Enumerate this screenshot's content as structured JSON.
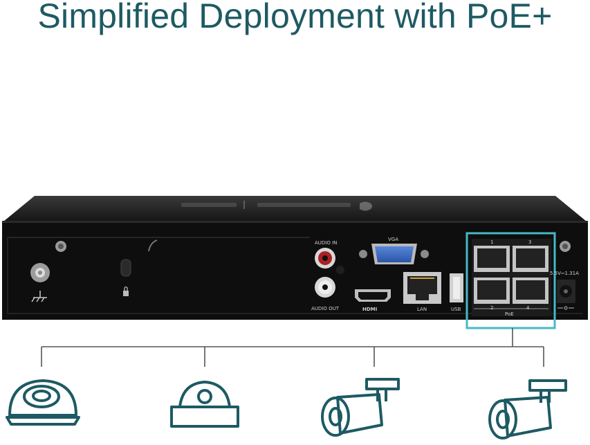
{
  "headline": "Simplified Deployment with PoE+",
  "colors": {
    "headline": "#1e5a63",
    "accent": "#46b8c8",
    "device_body": "#0e0e0e",
    "camera_line": "#1e5a63"
  },
  "device": {
    "labels": {
      "audio_in": "AUDIO IN",
      "audio_out": "AUDIO OUT",
      "vga": "VGA",
      "hdmi": "HDMI",
      "lan": "LAN",
      "usb": "USB",
      "poe": "PoE",
      "port_1": "1",
      "port_2": "2",
      "port_3": "3",
      "port_4": "4",
      "power": "5.5V⎓1.31A"
    },
    "icons": [
      "ground-icon",
      "kensington-lock-icon",
      "tp-link-logo"
    ]
  },
  "cameras": [
    {
      "name": "turret-camera-icon"
    },
    {
      "name": "dome-camera-icon"
    },
    {
      "name": "bullet-camera-icon"
    },
    {
      "name": "bullet-camera-icon"
    }
  ]
}
